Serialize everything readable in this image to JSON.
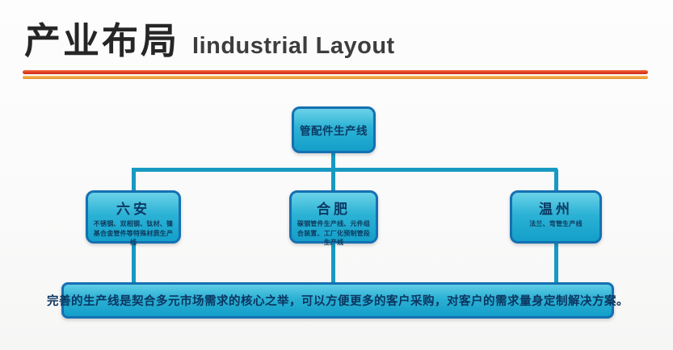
{
  "title": {
    "zh": "产业布局",
    "en": "Iindustrial Layout"
  },
  "diagram": {
    "root": {
      "label": "管配件生产线"
    },
    "children": [
      {
        "label": "六安",
        "desc": "不锈钢、双相钢、钛材、镍基合金管件等特殊材质生产线"
      },
      {
        "label": "合肥",
        "desc": "碳钢管件生产线、元件组合装置、工厂化预制管段生产线"
      },
      {
        "label": "温州",
        "desc": "法兰、弯管生产线"
      }
    ],
    "footer": "完善的生产线是契合多元市场需求的核心之举，可以方便更多的客户采购，对客户的需求量身定制解决方案。"
  },
  "colors": {
    "box_fill": "#2cb2d5",
    "box_border": "#1570b2",
    "connector": "#1899c2",
    "text_navy": "#0c3a64",
    "rule_red": "#e03f24",
    "rule_orange": "#efa13c"
  }
}
